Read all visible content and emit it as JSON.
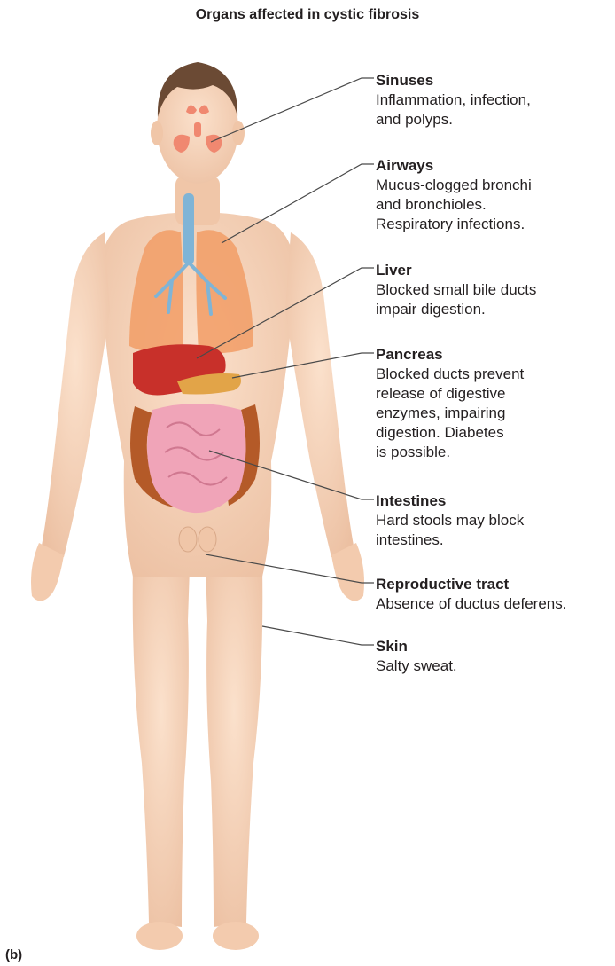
{
  "title": "Organs affected in cystic fibrosis",
  "figure_letter": "(b)",
  "colors": {
    "skin": "#f6d2b6",
    "skin_shadow": "#e8b696",
    "hair": "#6b4a34",
    "lungs": "#f2a06a",
    "airway": "#7fb4d6",
    "liver": "#c8302a",
    "pancreas": "#e2a448",
    "small_intestine": "#f0a4b8",
    "large_intestine": "#b45a28",
    "sinus": "#f08870",
    "leader_line": "#4a4a4a"
  },
  "labels": [
    {
      "name": "Sinuses",
      "desc": "Inflammation, infection,\nand polyps."
    },
    {
      "name": "Airways",
      "desc": "Mucus-clogged bronchi\nand bronchioles.\nRespiratory infections."
    },
    {
      "name": "Liver",
      "desc": "Blocked small bile ducts\nimpair digestion."
    },
    {
      "name": "Pancreas",
      "desc": "Blocked ducts prevent\nrelease of digestive\nenzymes, impairing\ndigestion. Diabetes\nis possible."
    },
    {
      "name": "Intestines",
      "desc": "Hard stools may block\nintestines."
    },
    {
      "name": "Reproductive tract",
      "desc": "Absence of ductus deferens."
    },
    {
      "name": "Skin",
      "desc": "Salty sweat."
    }
  ]
}
